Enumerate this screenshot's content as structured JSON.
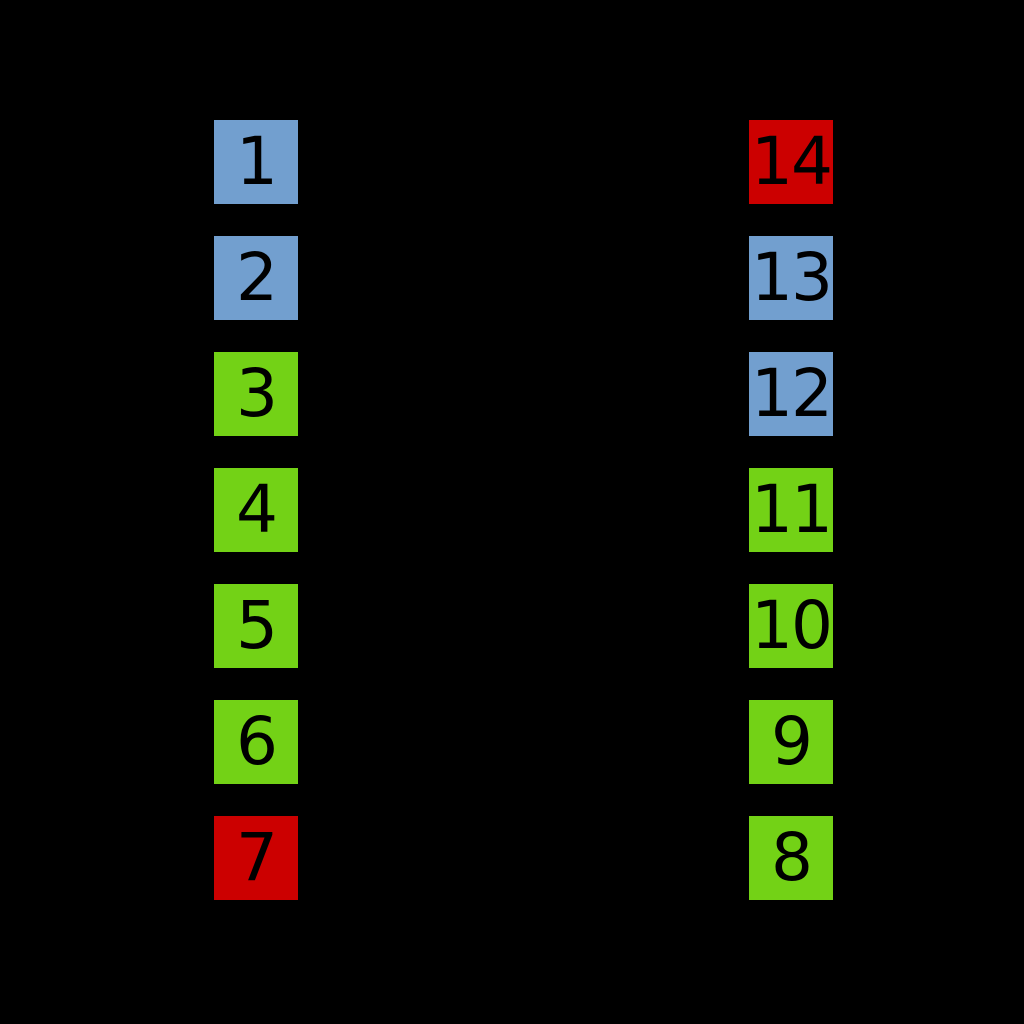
{
  "diagram": {
    "type": "ic-pinout",
    "package_pin_count": 14,
    "background_color": "#000000",
    "pin_number_color": "#000000"
  },
  "colors": {
    "blue": "#729fcf",
    "green": "#73d216",
    "red": "#cc0000"
  },
  "pin_columns": {
    "left": [
      {
        "label": "1",
        "color": "blue"
      },
      {
        "label": "2",
        "color": "blue"
      },
      {
        "label": "3",
        "color": "green"
      },
      {
        "label": "4",
        "color": "green"
      },
      {
        "label": "5",
        "color": "green"
      },
      {
        "label": "6",
        "color": "green"
      },
      {
        "label": "7",
        "color": "red"
      }
    ],
    "right": [
      {
        "label": "14",
        "color": "red"
      },
      {
        "label": "13",
        "color": "blue"
      },
      {
        "label": "12",
        "color": "blue"
      },
      {
        "label": "11",
        "color": "green"
      },
      {
        "label": "10",
        "color": "green"
      },
      {
        "label": "9",
        "color": "green"
      },
      {
        "label": "8",
        "color": "green"
      }
    ]
  }
}
